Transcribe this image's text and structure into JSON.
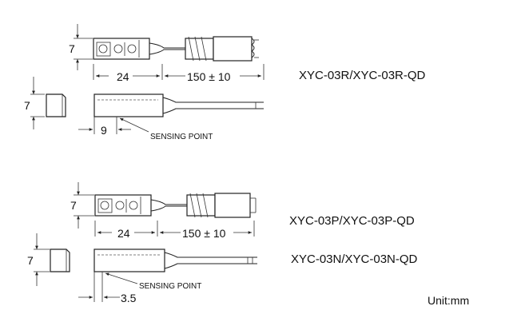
{
  "groups": [
    {
      "models": [
        "XYC-03R/XYC-03R-QD"
      ],
      "dims": {
        "height": "7",
        "length": "24",
        "cable": "150 ± 10",
        "side": "7",
        "offset": "9"
      },
      "sensing_label": "SENSING POINT"
    },
    {
      "models": [
        "XYC-03P/XYC-03P-QD",
        "XYC-03N/XYC-03N-QD"
      ],
      "dims": {
        "height": "7",
        "length": "24",
        "cable": "150 ± 10",
        "side": "7",
        "offset": "3.5"
      },
      "sensing_label": "SENSING POINT"
    }
  ],
  "unit_label": "Unit:mm",
  "colors": {
    "line": "#222222",
    "text": "#111111"
  }
}
